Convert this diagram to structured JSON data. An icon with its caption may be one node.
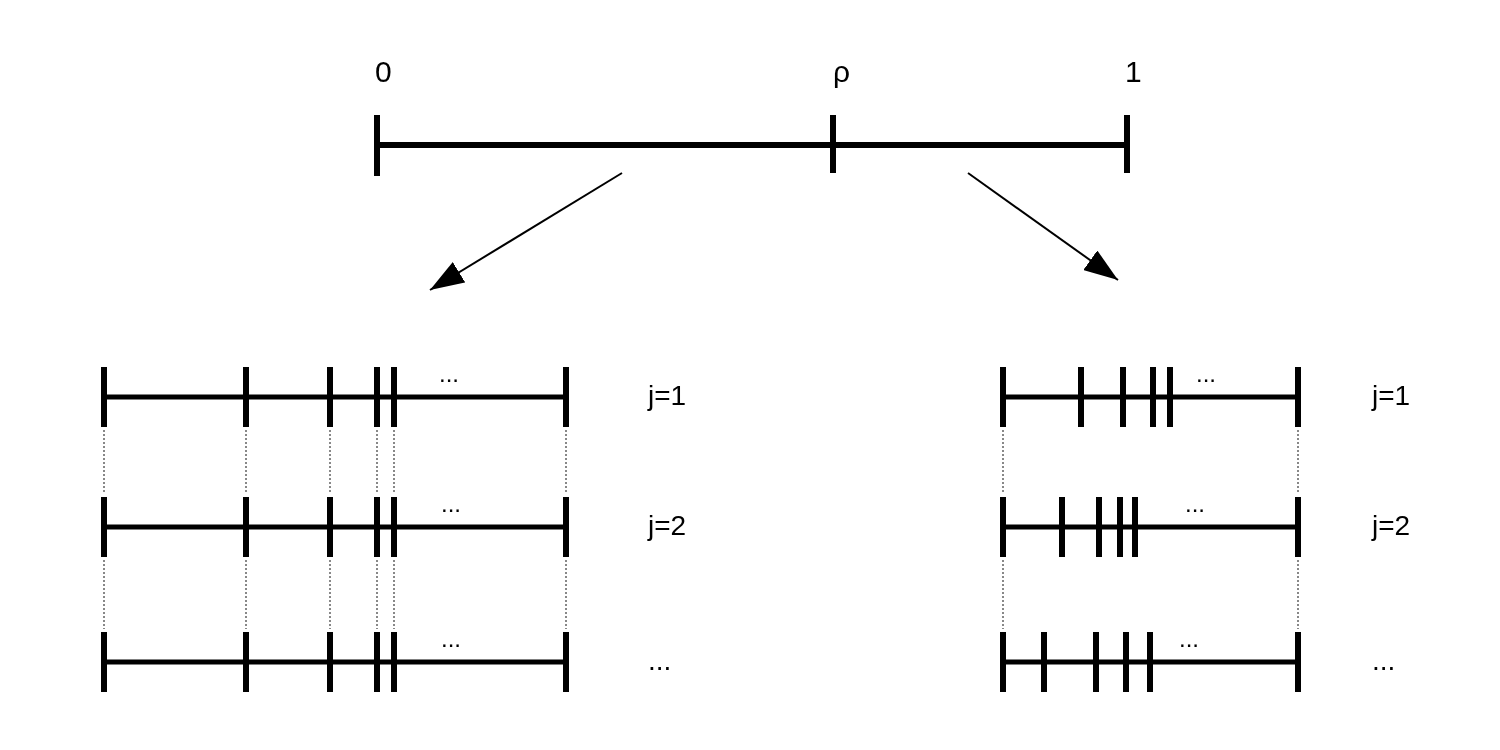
{
  "diagram": {
    "nodes": [
      {
        "text": [
          "0",
          "ρ",
          "1"
        ]
      },
      {
        "text": [
          "...",
          "...",
          "..."
        ],
        "beside": [
          "j=1",
          "j=2",
          "..."
        ]
      },
      {
        "text": [
          "...",
          "...",
          "..."
        ],
        "beside": [
          "j=1",
          "j=2",
          "..."
        ]
      }
    ],
    "edges": [
      {
        "from": 0,
        "to": 1,
        "arrow": "to"
      },
      {
        "from": 0,
        "to": 2,
        "arrow": "to"
      }
    ]
  }
}
